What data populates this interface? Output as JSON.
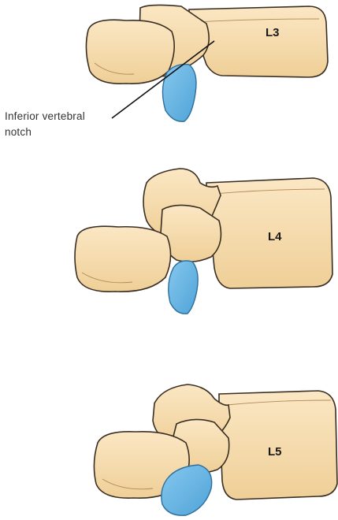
{
  "vertebrae": [
    {
      "label": "L3"
    },
    {
      "label": "L4"
    },
    {
      "label": "L5"
    }
  ],
  "callout": {
    "line1": "Inferior vertebral",
    "line2": "notch"
  },
  "colors": {
    "bone_fill": "#f7ddb0",
    "bone_stroke": "#3a2e22",
    "disc_fill": "#6fb9e6",
    "background": "#ffffff"
  }
}
